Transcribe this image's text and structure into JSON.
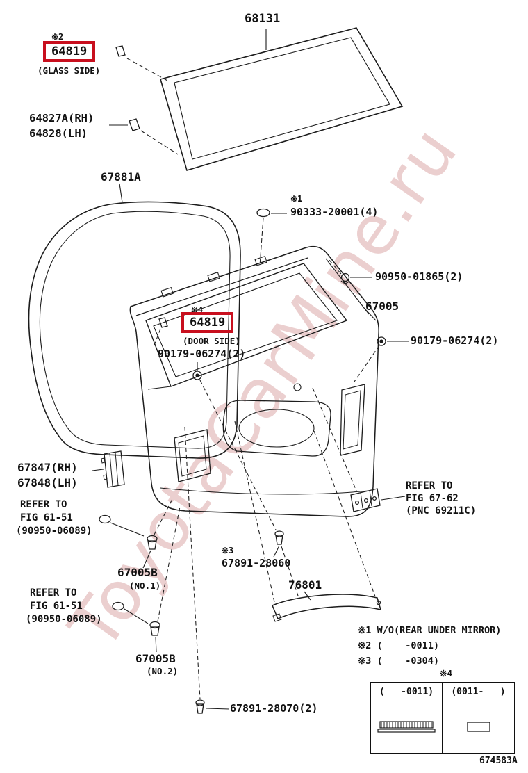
{
  "watermark": "ToyotaCarMine.ru",
  "diagram_code": "674583A",
  "callouts": {
    "glass": "68131",
    "glass_clip_ref": "※2",
    "glass_clip_num": "64819",
    "glass_clip_note": "(GLASS SIDE)",
    "stopper_rh": "64827A(RH)",
    "stopper_lh": "64828(LH)",
    "weatherstrip": "67881A",
    "screw_ref": "※1",
    "screw_num": "90333-20001(4)",
    "cushion_num": "90950-01865(2)",
    "panel_num": "67005",
    "nut_right_num": "90179-06274(2)",
    "door_clip_ref": "※4",
    "door_clip_num": "64819",
    "door_clip_note": "(DOOR SIDE)",
    "nut_center_num": "90179-06274(2)",
    "bracket_rh": "67847(RH)",
    "bracket_lh": "67848(LH)",
    "refer_a": {
      "l1": "REFER TO",
      "l2": "FIG 61-51",
      "l3": "(90950-06089)"
    },
    "plug1_num": "67005B",
    "plug1_note": "(NO.1)",
    "refer_b": {
      "l1": "REFER TO",
      "l2": "FIG 61-51",
      "l3": "(90950-06089)"
    },
    "plug2_num": "67005B",
    "plug2_note": "(NO.2)",
    "refer_c": {
      "l1": "REFER TO",
      "l2": "FIG 67-62",
      "l3": "(PNC 69211C)"
    },
    "clip_upper_ref": "※3",
    "clip_upper_num": "67891-28060",
    "garnish_num": "76801",
    "clip_lower_num": "67891-28070(2)"
  },
  "legend": {
    "note1": "※1 W/O(REAR UNDER MIRROR)",
    "note2": "※2 (    -0011)",
    "note3": "※3 (    -0304)",
    "table_ref": "※4",
    "table_col1": "(   -0011)",
    "table_col2": "(0011-   )"
  },
  "colors": {
    "highlight_red": "#c80f1e",
    "line_black": "#1c1c1c",
    "watermark_pink": "#dca8a8"
  }
}
